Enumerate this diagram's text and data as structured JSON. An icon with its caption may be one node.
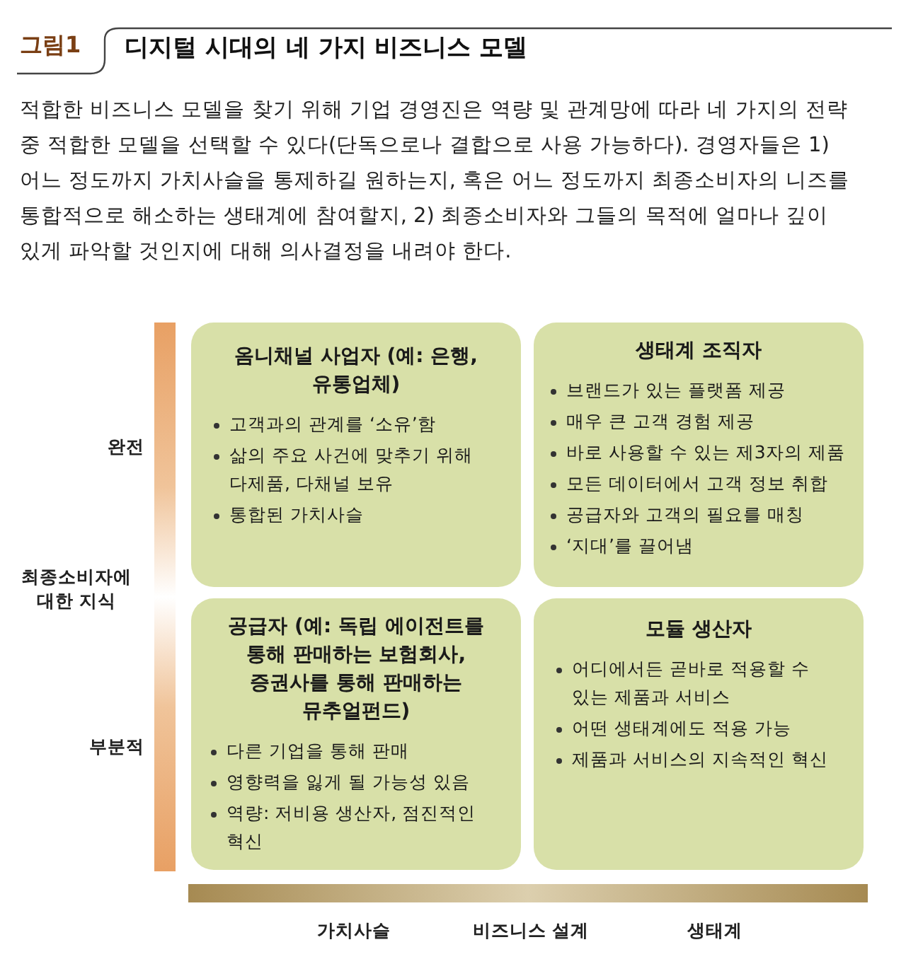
{
  "diagram": {
    "title": "디지털 시대의 네 가지 비즈니스 모델",
    "nodes": [
      {
        "text": [
          "옴니채널 사업자 (예: 은행, 유통업체)",
          "고객과의 관계를 ‘소유’함",
          "삶의 주요 사건에 맞추기 위해 다제품, 다채널 보유",
          "통합된 가치사슬"
        ]
      },
      {
        "text": [
          "생태계 조직자",
          "브랜드가 있는 플랫폼 제공",
          "매우 큰 고객 경험 제공",
          "바로 사용할 수 있는 제3자의 제품",
          "모든 데이터에서 고객 정보 취합",
          "공급자와 고객의 필요를 매칭",
          "‘지대’를 끌어냄"
        ]
      },
      {
        "text": [
          "공급자 (예: 독립 에이전트를 통해 판매하는 보험회사, 증권사를 통해 판매하는 뮤추얼펀드)",
          "다른 기업을 통해 판매",
          "영향력을 잃게 될 가능성 있음",
          "역량: 저비용 생산자, 점진적인 혁신"
        ]
      },
      {
        "text": [
          "모듈 생산자",
          "어디에서든 곧바로 적용할 수 있는 제품과 서비스",
          "어떤 생태계에도 적용 가능",
          "제품과 서비스의 지속적인 혁신"
        ]
      },
      {
        "text": [],
        "shape": "bar"
      },
      {
        "text": [],
        "shape": "bar"
      }
    ],
    "labels": [
      "그림1",
      "적합한 비즈니스 모델을 찾기 위해 기업 경영진은 역량 및 관계망에 따라 네 가지의 전략 중 적합한 모델을 선택할 수 있다(단독으로나 결합으로 사용 가능하다). 경영자들은 1) 어느 정도까지 가치사슬을 통제하길 원하는지, 혹은 어느 정도까지 최종소비자의 니즈를 통합적으로 해소하는 생태계에 참여할지, 2) 최종소비자와 그들의 목적에 얼마나 깊이 있게 파악할 것인지에 대해 의사결정을 내려야 한다.",
      "완전",
      "최종소비자에 대한 지식",
      "부분적",
      "가치사슬",
      "비즈니스 설계",
      "생태계"
    ]
  }
}
